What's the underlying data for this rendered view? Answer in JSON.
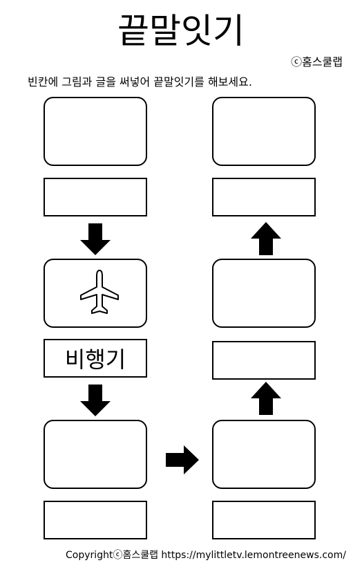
{
  "title": "끝말잇기",
  "brand": "ⓒ홈스쿨랩",
  "instruction": "빈칸에 그림과 글을 써넣어 끝말잇기를 해보세요.",
  "cells": [
    {
      "word": ""
    },
    {
      "word": "비행기",
      "icon": "airplane-icon"
    },
    {
      "word": ""
    },
    {
      "word": ""
    },
    {
      "word": ""
    },
    {
      "word": ""
    }
  ],
  "footer": "Copyrightⓒ홈스쿨랩 https://mylittletv.lemontreenews.com/",
  "colors": {
    "ink": "#000000",
    "paper": "#ffffff"
  }
}
